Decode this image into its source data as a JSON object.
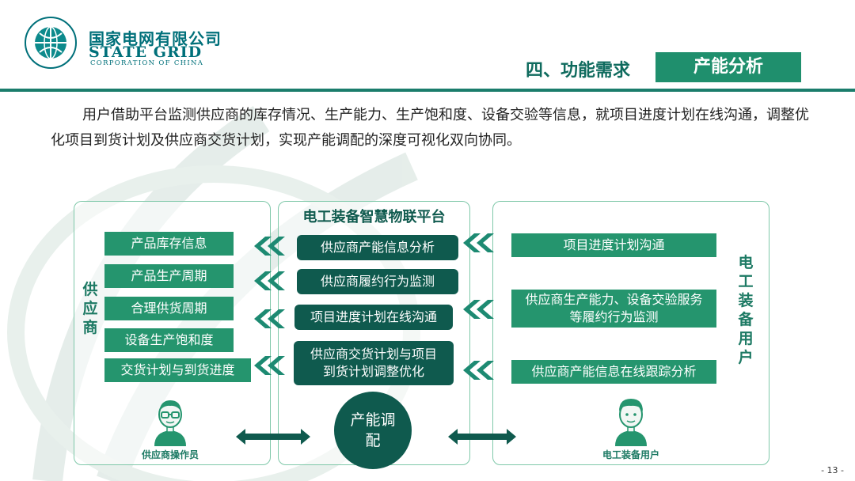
{
  "header": {
    "logo_cn": "国家电网有限公司",
    "logo_en": "STATE GRID",
    "logo_sub": "CORPORATION OF CHINA",
    "section_title": "四、功能需求",
    "section_tag": "产能分析"
  },
  "intro": "用户借助平台监测供应商的库存情况、生产能力、生产饱和度、设备交验等信息，就项目进度计划在线沟通，调整优化项目到货计划及供应商交货计划，实现产能调配的深度可视化双向协同。",
  "left": {
    "label": "供应商",
    "items": [
      "产品库存信息",
      "产品生产周期",
      "合理供货周期",
      "设备生产饱和度",
      "交货计划与到货进度"
    ],
    "person_label": "供应商操作员"
  },
  "middle": {
    "title": "电工装备智慧物联平台",
    "items": [
      "供应商产能信息分析",
      "供应商履约行为监测",
      "项目进度计划在线沟通",
      "供应商交货计划与项目到货计划调整优化"
    ],
    "circle": "产能调配"
  },
  "right": {
    "label": "电工装备用户",
    "items": [
      "项目进度计划沟通",
      "供应商生产能力、设备交验服务等履约行为监测",
      "供应商产能信息在线跟踪分析"
    ],
    "person_label": "电工装备用户"
  },
  "page_number": "- 13 -",
  "colors": {
    "green": "#25956e",
    "dark_green": "#0f5a4e",
    "accent": "#1b7d6c"
  }
}
